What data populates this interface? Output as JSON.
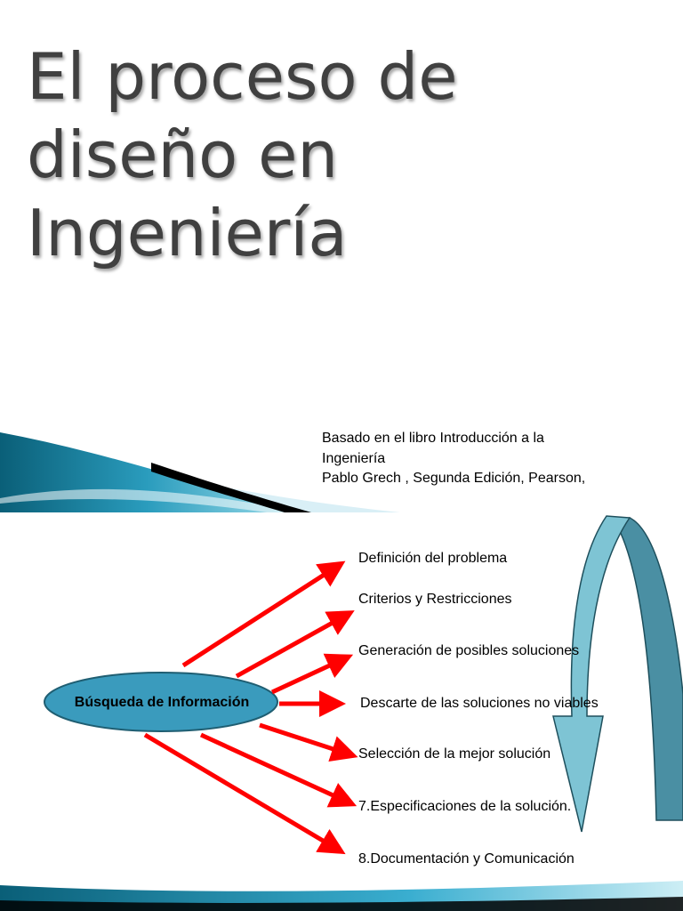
{
  "slide": {
    "title_lines": [
      "El proceso de",
      "diseño en",
      "Ingeniería"
    ],
    "credit_lines": [
      "Basado en el libro Introducción  a la",
      "Ingeniería",
      "Pablo Grech , Segunda Edición, Pearson,"
    ]
  },
  "diagram": {
    "central_node": "Búsqueda de Información",
    "steps": [
      "Definición del problema",
      "Criterios y Restricciones",
      "Generación de posibles soluciones",
      "Descarte de las soluciones no viables",
      "Selección de la mejor solución",
      "7.Especificaciones de la solución.",
      "8.Documentación y Comunicación"
    ]
  },
  "colors": {
    "title": "#404040",
    "arrow": "#ff0000",
    "node_fill": "#3a9bbd",
    "curve_front": "#7ec4d4",
    "curve_back": "#4a8fa3",
    "band_dark": "#0c6e8a",
    "band_light": "#5fc0d8"
  }
}
